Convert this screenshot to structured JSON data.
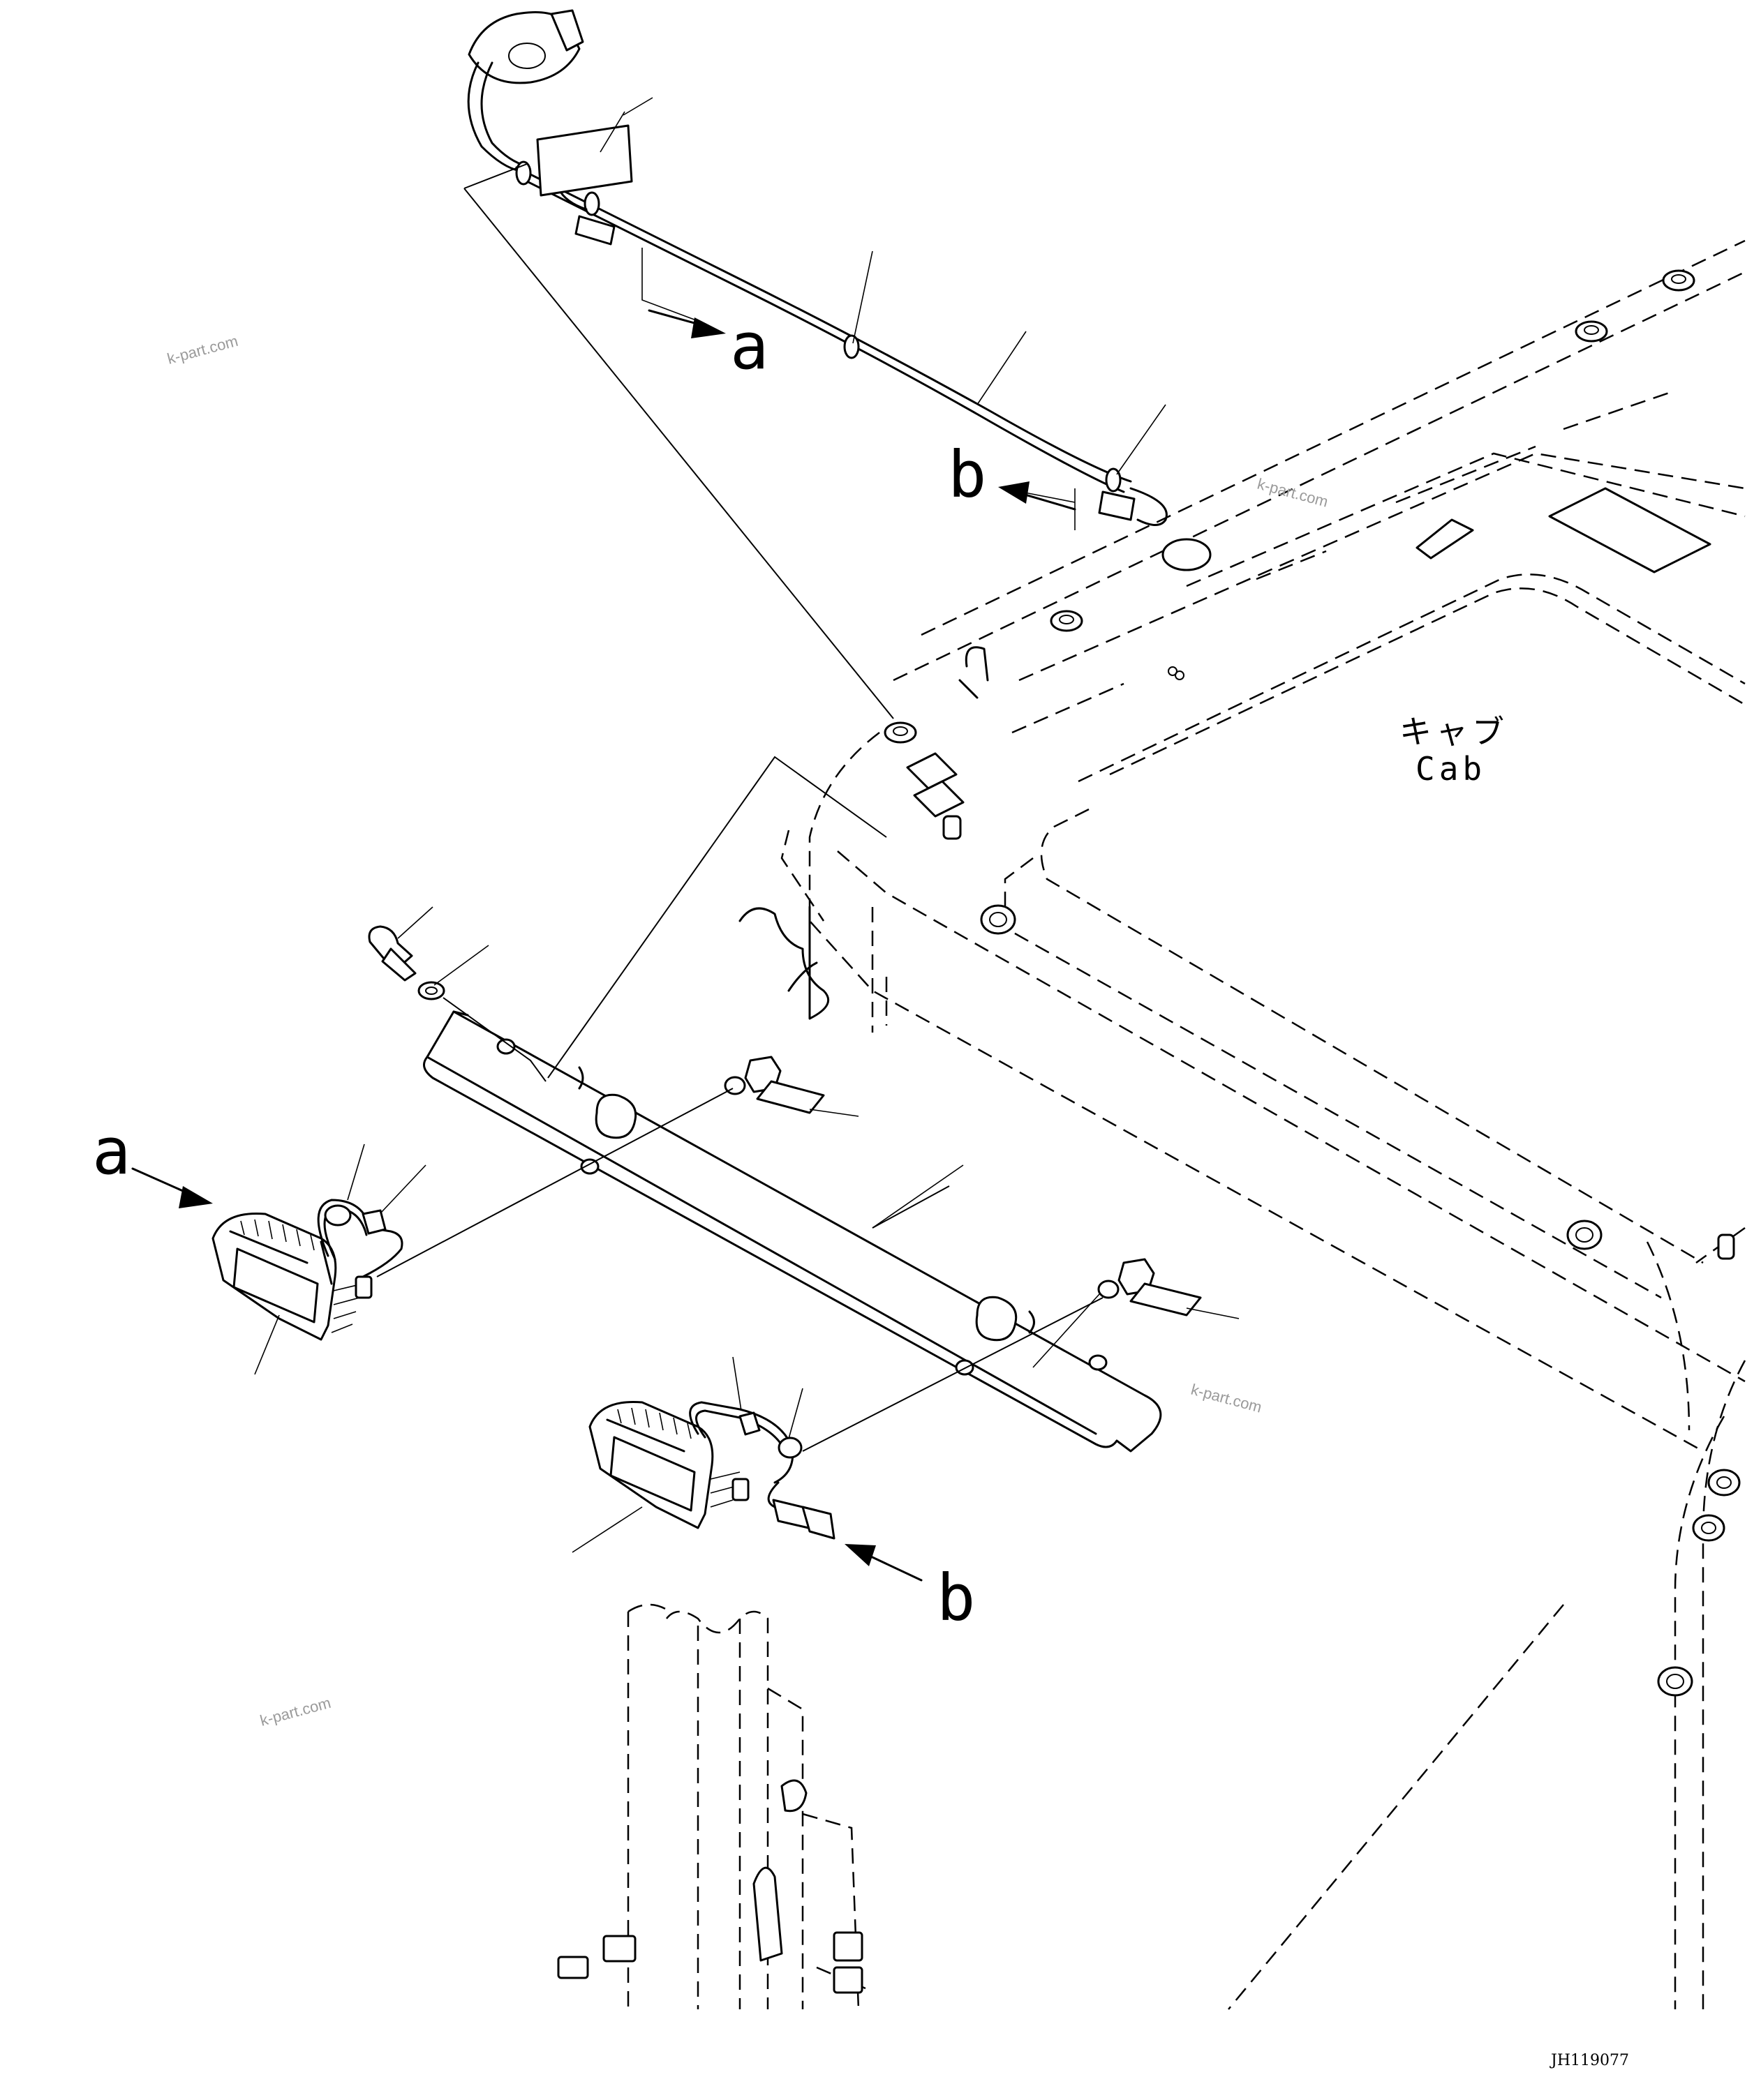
{
  "diagram": {
    "callouts": {
      "a_top": "a",
      "b_top": "b",
      "a_left": "a",
      "b_bottom": "b"
    },
    "cab_label_jp": "キャブ",
    "cab_label_en": "Cab",
    "watermarks": [
      "k-part.com",
      "k-part.com",
      "k-part.com",
      "k-part.com"
    ],
    "drawing_code": "JH119077"
  }
}
